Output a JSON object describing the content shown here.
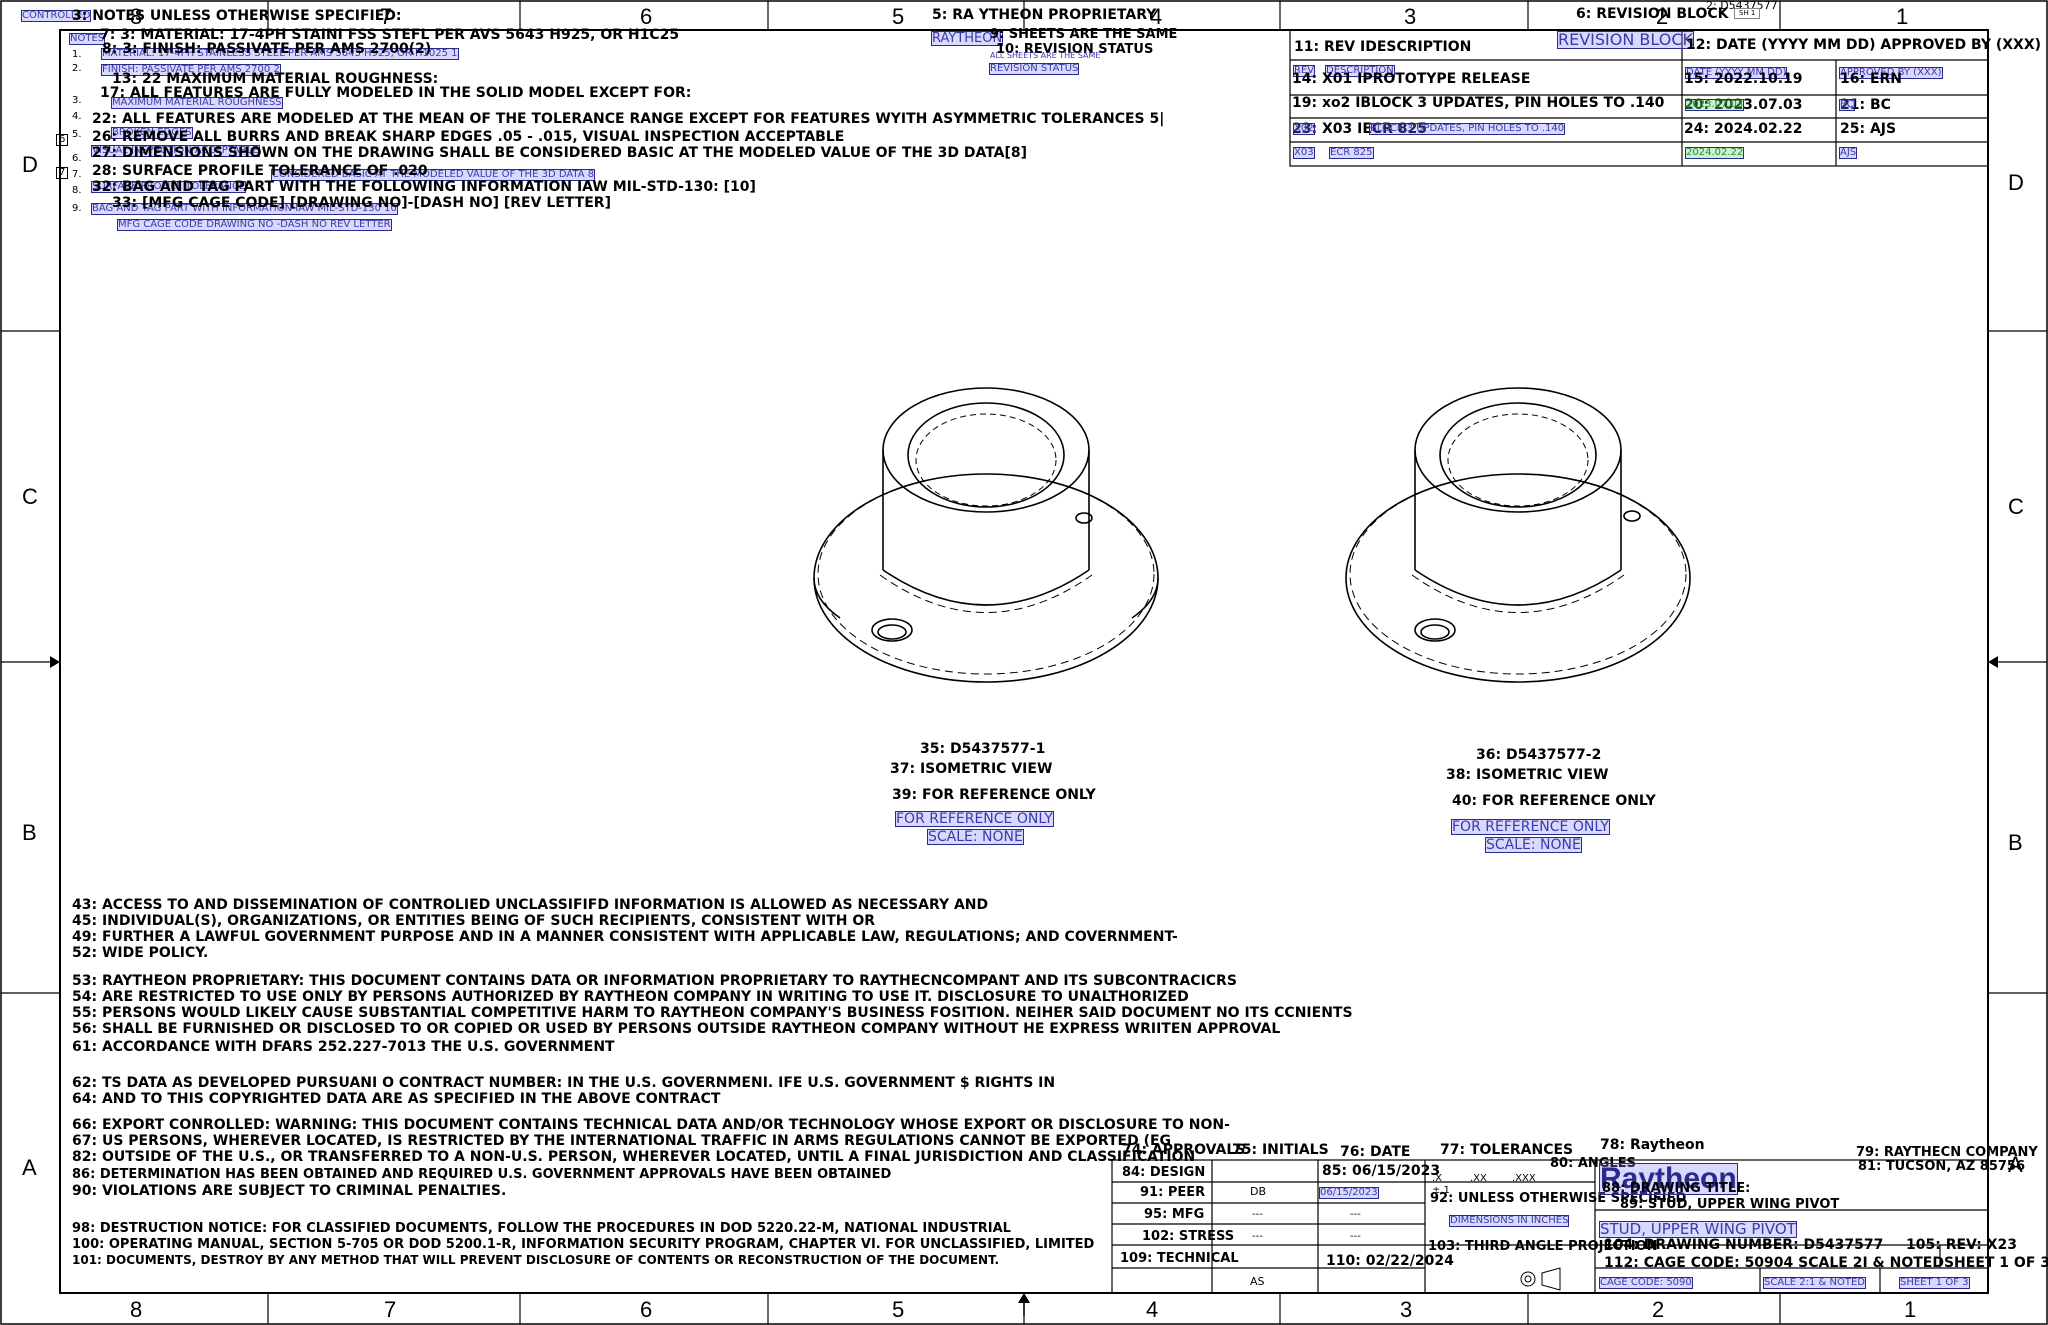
{
  "header": {
    "controlled_tag": "CONTROLLED",
    "notes_title": "3: NOTES UNLESS OTHERWISE SPECIFIED:",
    "notes_small": "NOTES",
    "proprietary_title": "5: RA YTHEON PROPRIETARY",
    "proprietary_small": "RAYTHEON",
    "sheets_same": "9: SHEETS ARE THE SAME",
    "all_sheets_small": "ALL SHEETS ARE THE SAME",
    "revision_status": "10: REVISION STATUS",
    "revision_status_small": "REVISION STATUS",
    "rev_label": "6: REVISION BLOCK",
    "rev_block_small": "REVISION BLOCK",
    "top_drawing_number": "2: D5437577",
    "sheet_small": "SH 1"
  },
  "zones": {
    "top": [
      "8",
      "7",
      "6",
      "5",
      "4",
      "3",
      "2",
      "1"
    ],
    "bottom": [
      "8",
      "7",
      "6",
      "5",
      "4",
      "3",
      "2",
      "1"
    ],
    "left": [
      "D",
      "C",
      "B",
      "A"
    ],
    "right": [
      "D",
      "C",
      "B",
      "A"
    ]
  },
  "notes": [
    {
      "num": "1.",
      "text": "7: 3: MATERIAL: 17-4PH STAINI FSS STEFL PER AVS 5643 H925, OR H1C25",
      "small": "MATERIAL: 17-4PH STAINLESS STEEL PER AMS 5643 H925, OR H1025 1"
    },
    {
      "num": "2.",
      "text": "8: 3: FINISH: PASSIVATE PER AMS 2700(2)",
      "small": "FINISH: PASSIVATE PER AMS 2700 2"
    },
    {
      "num": "3.",
      "text": "13: 22 MAXIMUM MATERIAL ROUGHNESS:",
      "small": "MAXIMUM MATERIAL ROUGHNESS"
    },
    {
      "num": "4.",
      "text": "17: ALL FEATURES ARE FULLY MODELED IN THE SOLID MODEL EXCEPT FOR:",
      "small": "BROKEN EDGES"
    },
    {
      "num": "5.",
      "text": "22: ALL FEATURES ARE MODELED AT THE MEAN OF THE TOLERANCE RANGE EXCEPT FOR FEATURES WYITH ASYMMETRIC TOLERANCES 5|",
      "small": "REMOVE ALL BURRS AND BREAK SHARP EDGES"
    },
    {
      "num": "6.",
      "text": "26: REMOVE ALL BURRS AND BREAK SHARP EDGES .05 - .015, VISUAL INSPECTION ACCEPTABLE",
      "small": "VISUAL INSPECTION ACCEPTABLE"
    },
    {
      "num": "7.",
      "text": "27: DIMENSIONS SHOWN ON THE DRAWING SHALL BE CONSIDERED BASIC AT THE MODELED VALUE OF THE 3D DATA[8]",
      "small": "CONSIDERED BASIC AT THE MODELED VALUE OF THE 3D DATA 8"
    },
    {
      "num": "8.",
      "text": "28: SURFACE PROFILE TOLERANCE OF .020",
      "small": "SURFACE PROFILE TOLERANCE"
    },
    {
      "num": "9.",
      "text": "32: BAG AND TAG PART WITH THE FOLLOWING INFORMATION IAW MIL-STD-130: [10]",
      "small": "BAG AND TAG PART WITH INFORMATION IAW MIL-STD-130 10"
    },
    {
      "num": "",
      "text": "33: [MFG CAGE CODE] [DRAWING NO]-[DASH NO] [REV LETTER]",
      "small": "MFG CAGE CODE  DRAWING NO -DASH NO  REV LETTER"
    }
  ],
  "note_tags": [
    "6",
    "7"
  ],
  "rev_table": {
    "header_desc": "11: REV IDESCRIPTION",
    "header_date": "12: DATE (YYYY MM DD) APPROVED BY (XXX)",
    "small_headers": [
      "REV",
      "DESCRIPTION",
      "DATE (YYYY MM DD)",
      "APPROVED BY (XXX)"
    ],
    "rows": [
      {
        "desc": "14: X01 IPROTOTYPE RELEASE",
        "date": "15: 2022.10.19",
        "appr": "16: ERN"
      },
      {
        "desc": "19: xo2 IBLOCK 3 UPDATES, PIN HOLES TO .140",
        "date": "20: 2023.07.03",
        "appr": "21: BC"
      },
      {
        "desc": "23: X03 IECR 825",
        "date": "24: 2024.02.22",
        "appr": "25: AJS"
      }
    ],
    "small_rows": [
      {
        "rev": "X02",
        "desc": "BLOCK 3 UPDATES, PIN HOLES TO .140",
        "date": "2023.07.03",
        "appr": "BC"
      },
      {
        "rev": "X03",
        "desc": "ECR 825",
        "date": "2024.02.22",
        "appr": "AJS"
      }
    ]
  },
  "views": [
    {
      "part": "35: D5437577-1",
      "label": "37: ISOMETRIC VIEW",
      "ref": "39: FOR REFERENCE ONLY",
      "small_ref": "FOR REFERENCE ONLY",
      "scale": "SCALE: NONE"
    },
    {
      "part": "36: D5437577-2",
      "label": "38: ISOMETRIC VIEW",
      "ref": "40: FOR REFERENCE ONLY",
      "small_ref": "FOR REFERENCE ONLY",
      "scale": "SCALE: NONE"
    }
  ],
  "legal": [
    "43: ACCESS TO AND DISSEMINATION OF CONTROLIED UNCLASSIFIFD INFORMATION IS ALLOWED AS NECESSARY AND",
    "45: INDIVIDUAL(S), ORGANIZATIONS, OR ENTITIES BEING OF SUCH RECIPIENTS, CONSISTENT WITH OR",
    "49: FURTHER A LAWFUL GOVERNMENT PURPOSE AND IN A MANNER CONSISTENT WITH APPLICABLE LAW, REGULATIONS; AND COVERNMENT-",
    "52: WIDE POLICY.",
    "53: RAYTHEON PROPRIETARY: THIS DOCUMENT CONTAINS DATA OR INFORMATION PROPRIETARY TO RAYTHECNCOMPANT AND ITS SUBCONTRACICRS",
    "54: ARE RESTRICTED TO USE ONLY BY PERSONS AUTHORIZED BY RAYTHEON COMPANY IN WRITING TO USE IT. DISCLOSURE TO UNALTHORIZED",
    "55: PERSONS WOULD LIKELY CAUSE SUBSTANTIAL COMPETITIVE HARM TO RAYTHEON COMPANY'S BUSINESS FOSITION. NEIHER SAID DOCUMENT NO ITS CCNIENTS",
    "56: SHALL BE FURNISHED OR DISCLOSED TO OR COPIED OR USED BY PERSONS OUTSIDE RAYTHEON COMPANY WITHOUT HE EXPRESS WRIITEN APPROVAL",
    "61: ACCORDANCE WITH DFARS 252.227-7013 THE U.S. GOVERNMENT",
    "62: TS DATA  AS DEVELOPED PURSUANI O CONTRACT NUMBER: IN THE U.S. GOVERNMENI. IFE U.S. GOVERNMENT $ RIGHTS IN",
    "64: AND TO THIS COPYRIGHTED DATA ARE AS SPECIFIED IN THE ABOVE CONTRACT",
    "66: EXPORT CONROLLED: WARNING: THIS DOCUMENT CONTAINS TECHNICAL DATA AND/OR TECHNOLOGY WHOSE EXPORT OR DISCLOSURE TO NON-",
    "67: US PERSONS, WHEREVER LOCATED, IS RESTRICTED BY THE INTERNATIONAL TRAFFIC IN ARMS REGULATIONS CANNOT BE EXPORTED (EG",
    "82: OUTSIDE OF THE U.S., OR TRANSFERRED TO A NON-U.S. PERSON, WHEREVER LOCATED, UNTIL A FINAL JURISDICTION AND CLASSIFICATION",
    "86: DETERMINATION HAS BEEN OBTAINED AND REQUIRED U.S. GOVERNMENT APPROVALS HAVE BEEN OBTAINED",
    "90: VIOLATIONS ARE SUBJECT TO CRIMINAL PENALTIES.",
    "98: DESTRUCTION NOTICE: FOR CLASSIFIED DOCUMENTS, FOLLOW THE PROCEDURES IN DOD 5220.22-M, NATIONAL INDUSTRIAL",
    "100: OPERATING MANUAL, SECTION 5-705 OR DOD 5200.1-R, INFORMATION SECURITY PROGRAM, CHAPTER VI. FOR UNCLASSIFIED, LIMITED",
    "101: DOCUMENTS, DESTROY BY ANY METHOD THAT WILL PREVENT DISCLOSURE OF CONTENTS OR RECONSTRUCTION OF THE DOCUMENT."
  ],
  "title_block": {
    "approvals": "74: APPROVALS",
    "initials": "75: INITIALS",
    "date": "76: DATE",
    "tolerances": "77: TOLERANCES",
    "raytheon_small": "78: Raytheon",
    "angles": "80: ANGLES",
    "company": "79: RAYTHECN COMPANY",
    "location": "81: TUCSON, AZ 85756",
    "rows": [
      {
        "role": "84: DESIGN",
        "init": "",
        "date": "85: 06/15/2023"
      },
      {
        "role": "91: PEER",
        "init": "DB",
        "date": "06/15/2023"
      },
      {
        "role": "95: MFG",
        "init": "---",
        "date": "---"
      },
      {
        "role": "102: STRESS",
        "init": "---",
        "date": "---"
      },
      {
        "role": "109: TECHNICAL",
        "init": "AS",
        "date": "110: 02/22/2024"
      }
    ],
    "tol_x": ".X",
    "tol_x_val": "±.1",
    "tol_xx": ".XX",
    "tol_xxx": ".XXX",
    "unless": "92: UNLESS OTHERWISE SPECIFIED",
    "dims_inches": "DIMENSIONS IN INCHES",
    "third_angle": "103: THIRD ANGLE PROJECTION",
    "logo": "Raytheon",
    "drawing_title_label": "88: DRAWING TITLE:",
    "drawing_title": "STUD, UPPER WING PIVOT",
    "drawing_title_full": "89: STUD, UPPER WING PIVOT",
    "drawing_number": "104: DRAWING NUMBER: D5437577",
    "rev": "105: REV: X23",
    "cage": "112: CAGE CODE: 50904 SCALE 2I & NOTEDSHEET 1 OF 3",
    "cage_small": "CAGE CODE: 5090",
    "scale_small": "SCALE 2:1 & NOTED",
    "sheet_small": "SHEET 1 OF 3"
  }
}
